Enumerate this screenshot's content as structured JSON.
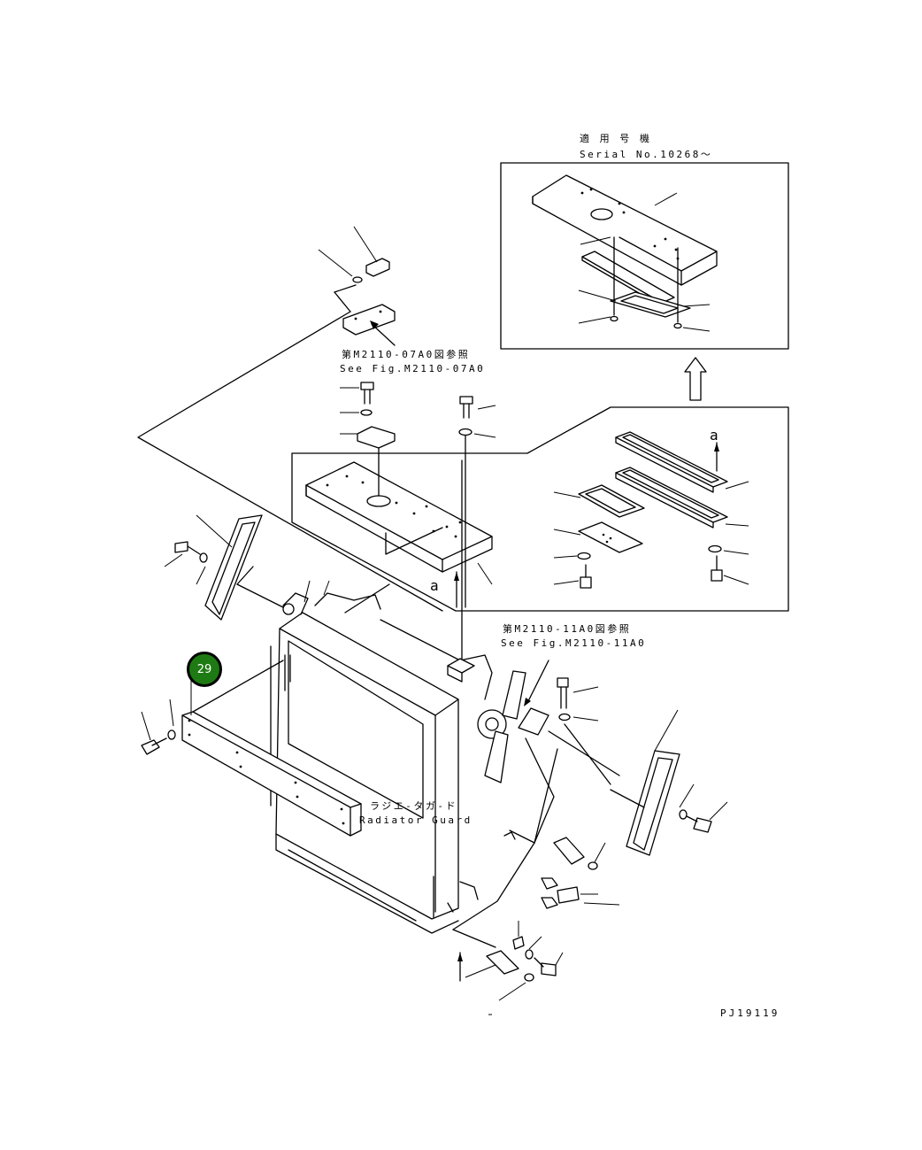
{
  "labels": {
    "serial_jp": "適 用 号 機",
    "serial_en": "Serial No.10268～",
    "ref_07_jp": "第M2110-07A0図参照",
    "ref_07_en": "See Fig.M2110-07A0",
    "ref_11_jp": "第M2110-11A0図参照",
    "ref_11_en": "See Fig.M2110-11A0",
    "guard_jp": "ラジエ-タガ-ド",
    "guard_en": "Radiator Guard",
    "view_a_1": "a",
    "view_a_2": "a",
    "drawing_no": "PJ19119"
  },
  "callouts": [
    {
      "number": "29",
      "color": "#1e7a12"
    }
  ]
}
